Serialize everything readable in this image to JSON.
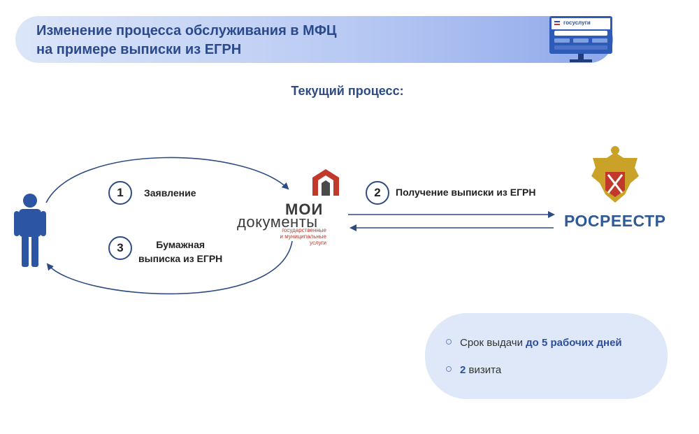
{
  "header": {
    "title_line1": "Изменение процесса обслуживания в МФЦ",
    "title_line2": "на примере выписки из ЕГРН",
    "gosuslugi_logo": "госуслуги"
  },
  "subtitle": "Текущий процесс:",
  "steps": [
    {
      "number": "1",
      "label": "Заявление"
    },
    {
      "number": "2",
      "label": "Получение выписки из ЕГРН"
    },
    {
      "number": "3",
      "label_line1": "Бумажная",
      "label_line2": "выписка из ЕГРН"
    }
  ],
  "mfc_logo": {
    "title": "МОИ",
    "name": "документы",
    "sub_line1": "государственные",
    "sub_line2": "и муниципальные услуги"
  },
  "rosreestr_label": "РОСРЕЕСТР",
  "info": {
    "item1_text": "Срок выдачи ",
    "item1_accent": "до 5 рабочих дней",
    "item2_accent": "2",
    "item2_text": " визита"
  },
  "colors": {
    "accent_blue": "#2e4c83",
    "mfc_red": "#c0392b",
    "person_blue": "#2c55a3"
  }
}
